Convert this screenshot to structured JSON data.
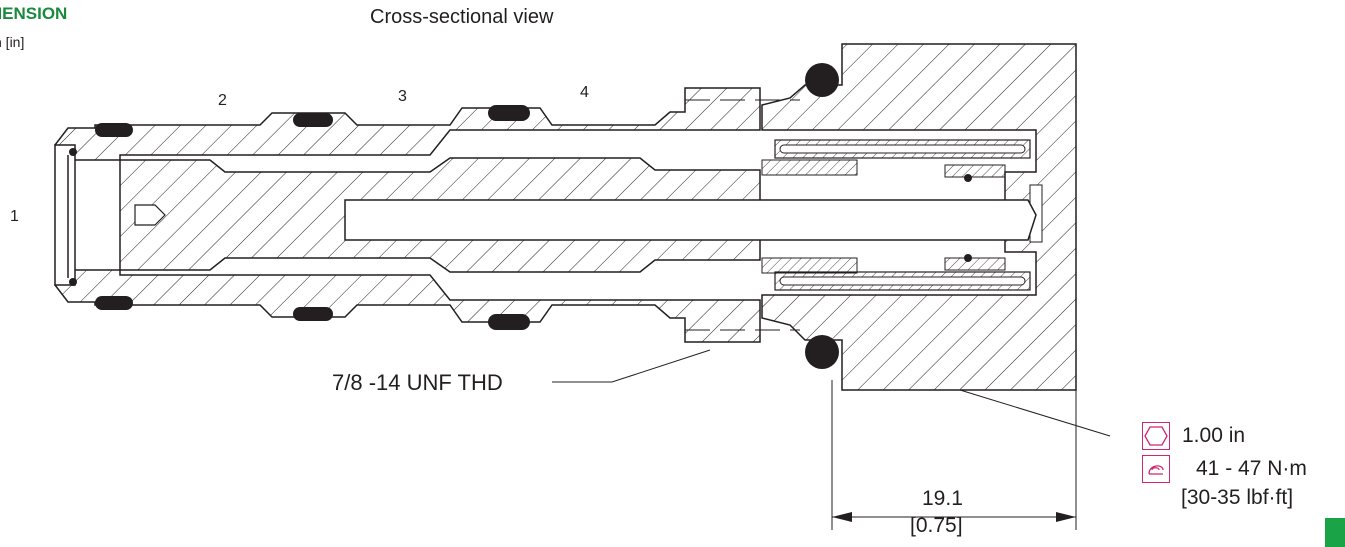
{
  "header": {
    "title": "MENSION",
    "units": "n [in]",
    "view_title": "Cross-sectional view"
  },
  "ports": [
    "1",
    "2",
    "3",
    "4"
  ],
  "callouts": {
    "thread": "7/8 -14  UNF THD",
    "dimension_mm": "19.1",
    "dimension_in": "[0.75]"
  },
  "specs": {
    "hex_size": "1.00 in",
    "torque_metric": "41 - 47 N·m",
    "torque_imperial": "[30-35 lbf·ft]"
  },
  "icons": {
    "hex": "hex-wrench-size-icon",
    "torque": "torque-wrench-icon"
  },
  "colors": {
    "heading": "#1a8a3c",
    "icon_border": "#d0266f",
    "badge": "#1aa347"
  }
}
